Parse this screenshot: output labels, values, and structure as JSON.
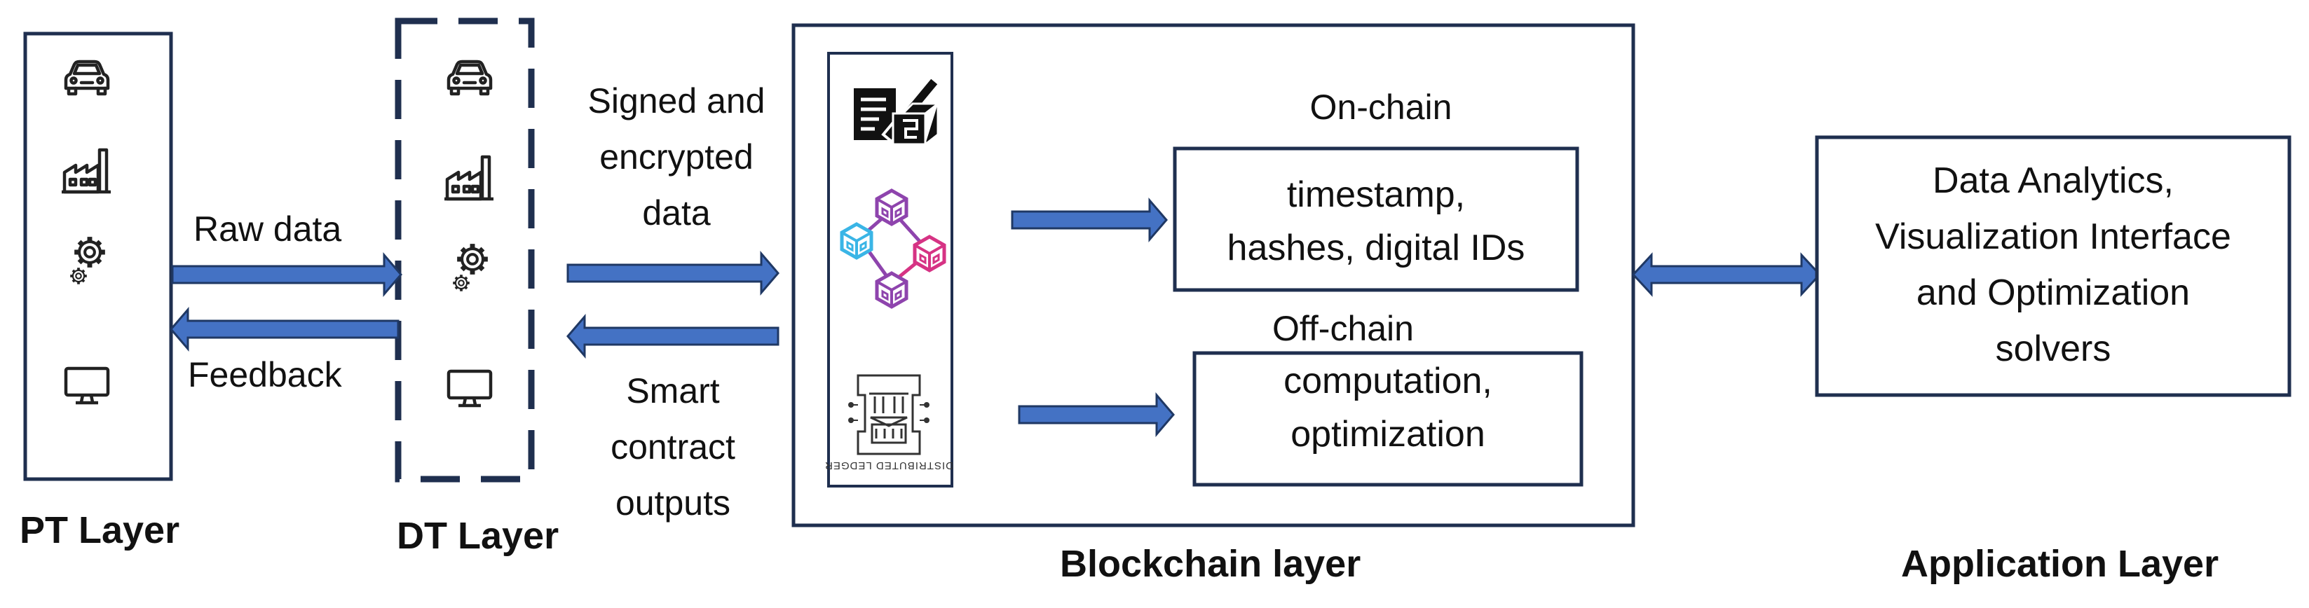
{
  "layers": {
    "pt": "PT Layer",
    "dt": "DT Layer",
    "blockchain": "Blockchain layer",
    "application": "Application Layer"
  },
  "flows": {
    "raw_data": "Raw data",
    "feedback": "Feedback",
    "signed_line1": "Signed and",
    "signed_line2": "encrypted",
    "signed_line3": "data",
    "smart_line1": "Smart",
    "smart_line2": "contract",
    "smart_line3": "outputs"
  },
  "blockchain": {
    "onchain_title": "On-chain",
    "onchain_line1": "timestamp,",
    "onchain_line2": "hashes, digital IDs",
    "offchain_title": "Off-chain",
    "offchain_line1": "computation,",
    "offchain_line2": "optimization",
    "ledger_caption": "DISTRIBUTED LEDGER"
  },
  "application": {
    "line1": "Data Analytics,",
    "line2": "Visualization Interface",
    "line3": "and Optimization",
    "line4": "solvers"
  },
  "icons": [
    "car-icon",
    "factory-icon",
    "gears-icon",
    "monitor-icon",
    "contract-icon",
    "blockchain-cubes-icon",
    "distributed-ledger-icon"
  ],
  "colors": {
    "box_border": "#1f2f4f",
    "arrow_fill": "#4472c4",
    "arrow_stroke": "#1f3864",
    "cube_cyan": "#3ab5e6",
    "cube_purple": "#8e44ad",
    "cube_magenta": "#d63384"
  }
}
